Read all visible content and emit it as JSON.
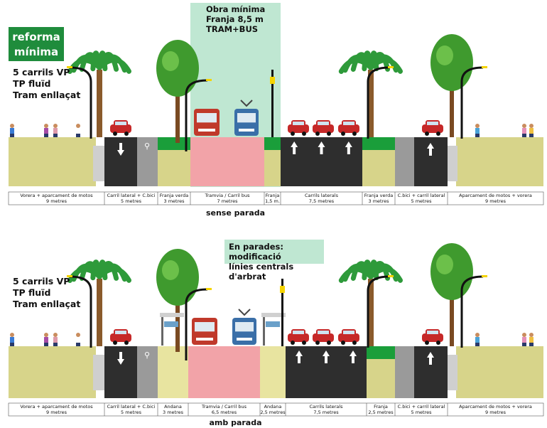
{
  "top": {
    "badge_line1": "reforma",
    "badge_line2": "mínima",
    "side_lines": [
      "5 carrils VP",
      "TP fluïd",
      "Tram enllaçat"
    ],
    "callout_lines": [
      "Obra mínima",
      "Franja 8,5 m",
      "TRAM+BUS"
    ],
    "caption": "sense parada",
    "segments": [
      {
        "name": "Vorera + aparcament de motos",
        "width": "9 metres"
      },
      {
        "name": "Carril lateral + C.bici",
        "width": "5 metres"
      },
      {
        "name": "Franja verda",
        "width": "3 metres"
      },
      {
        "name": "Tramvia / Carril bus",
        "width": "7 metres"
      },
      {
        "name": "Franja",
        "width": "1,5 m."
      },
      {
        "name": "Carrils laterals",
        "width": "7,5 metres"
      },
      {
        "name": "Franja verda",
        "width": "3 metres"
      },
      {
        "name": "C.bici + carril lateral",
        "width": "5 metres"
      },
      {
        "name": "Aparcament de motos + vorera",
        "width": "9 metres"
      }
    ]
  },
  "bottom": {
    "side_lines": [
      "5 carrils VP",
      "TP fluïd",
      "Tram enllaçat"
    ],
    "callout_lines": [
      "En parades: modificació",
      "línies centrals d'arbrat"
    ],
    "caption": "amb parada",
    "segments": [
      {
        "name": "Vorera + aparcament de motos",
        "width": "9 metres"
      },
      {
        "name": "Carril lateral + C.bici",
        "width": "5 metres"
      },
      {
        "name": "Andana",
        "width": "3 metres"
      },
      {
        "name": "Tramvia / Carril bus",
        "width": "6,5 metres"
      },
      {
        "name": "Andana",
        "width": "2,5 metres"
      },
      {
        "name": "Carrils laterals",
        "width": "7,5 metres"
      },
      {
        "name": "Franja",
        "width": "2,5 metres"
      },
      {
        "name": "C.bici + carril lateral",
        "width": "5 metres"
      },
      {
        "name": "Aparcament de motos + vorera",
        "width": "9 metres"
      }
    ]
  },
  "colors": {
    "sidewalk": "#d7d48a",
    "asphalt": "#2e2e2e",
    "bike_lane": "#9a9a9a",
    "green_strip": "#1a9e3a",
    "tram_bus_lane": "#f2a3a8",
    "callout_bg": "#bfe7d2",
    "badge_bg": "#1f8c3c",
    "bus": "#c0392b",
    "tram": "#3a6fa8",
    "car": "#c62828"
  }
}
